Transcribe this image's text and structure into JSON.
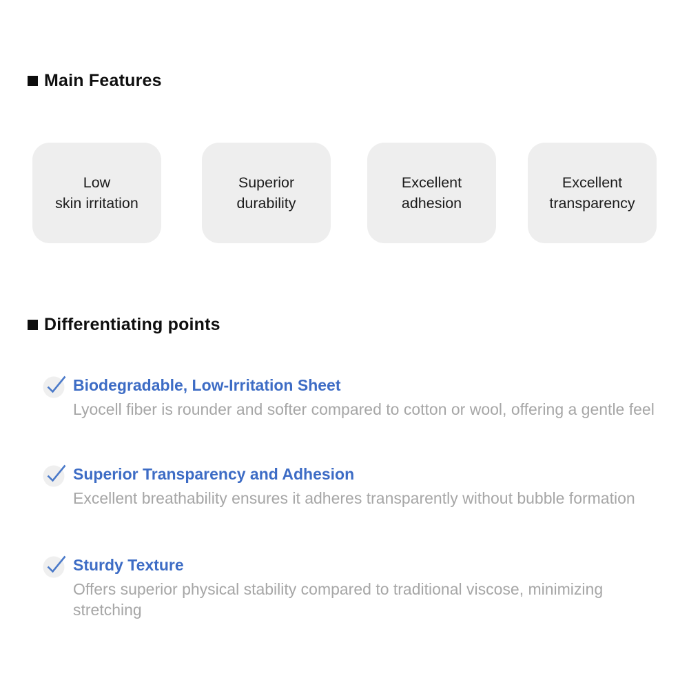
{
  "colors": {
    "background": "#ffffff",
    "card_background": "#eeeeee",
    "heading_text": "#0f0f0f",
    "card_text": "#1c1c1c",
    "accent_blue": "#3d6cc5",
    "check_blue": "#4a79c9",
    "check_circle": "#efefef",
    "description_gray": "#a6a6a6"
  },
  "icons": {
    "section_bullet": "square-bullet",
    "point_marker": "checkmark-in-circle"
  },
  "sections": {
    "main_features": {
      "title": "Main Features",
      "cards": [
        {
          "label": "Low\nskin irritation"
        },
        {
          "label": "Superior\ndurability"
        },
        {
          "label": "Excellent\nadhesion"
        },
        {
          "label": "Excellent\ntransparency"
        }
      ]
    },
    "differentiating_points": {
      "title": "Differentiating points",
      "points": [
        {
          "title": "Biodegradable, Low-Irritation Sheet",
          "description": "Lyocell fiber is rounder and softer compared to cotton or wool, offering a gentle feel"
        },
        {
          "title": "Superior Transparency and Adhesion",
          "description": "Excellent breathability ensures it adheres transparently without bubble formation"
        },
        {
          "title": "Sturdy Texture",
          "description": "Offers superior physical stability compared to traditional viscose, minimizing stretching"
        }
      ]
    }
  }
}
